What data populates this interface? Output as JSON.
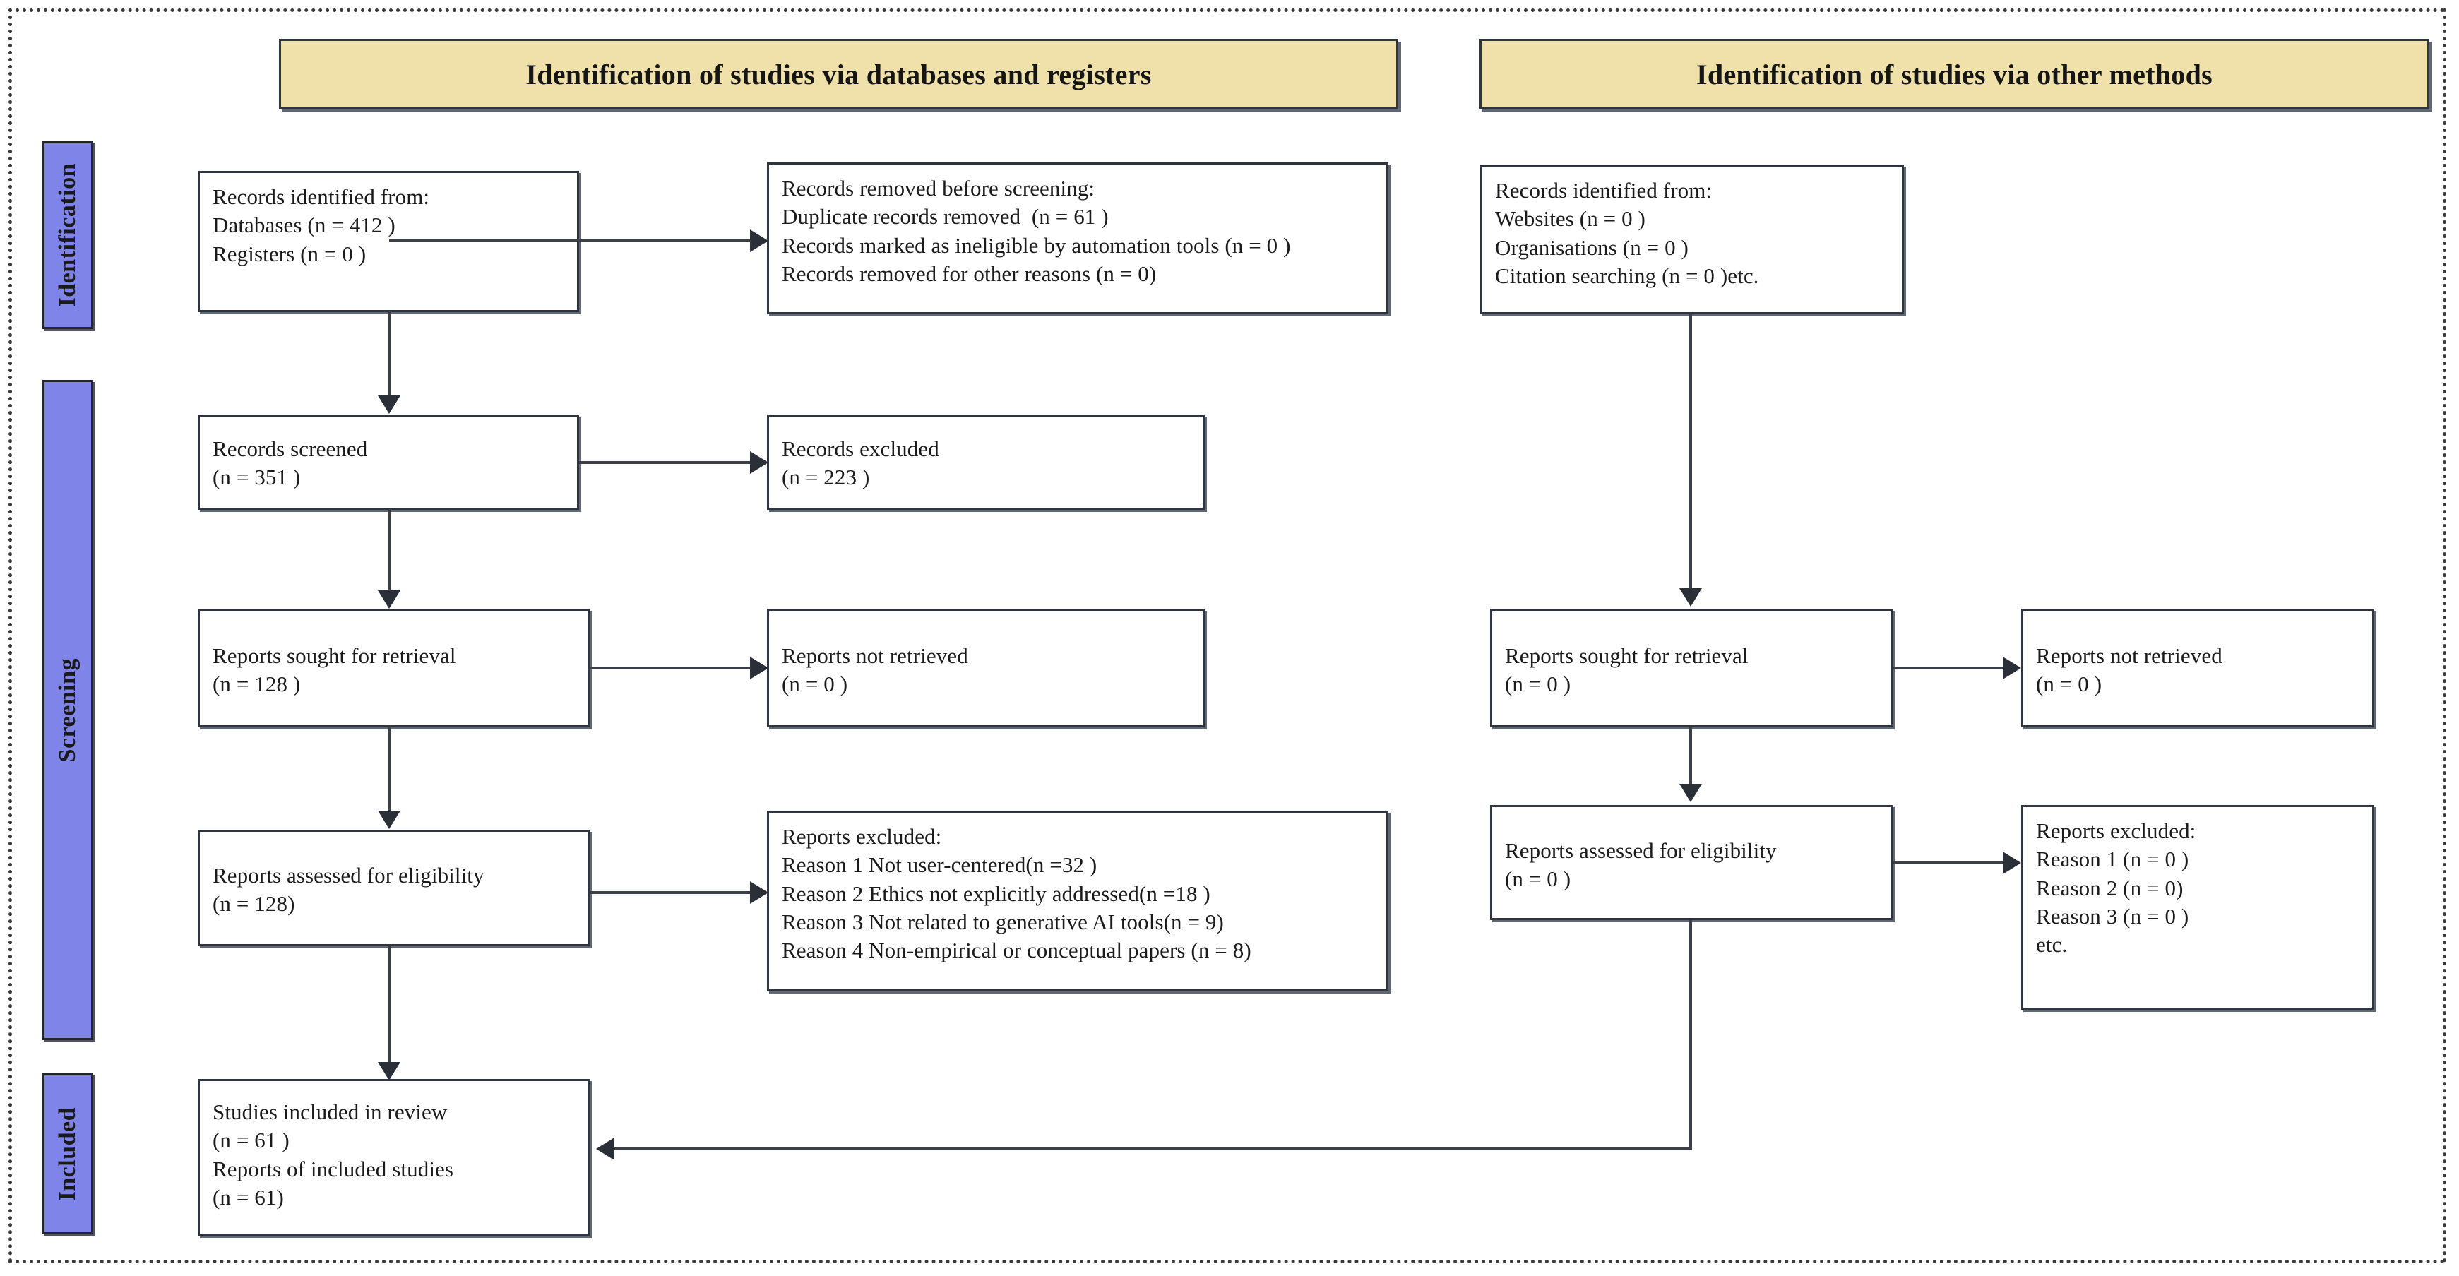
{
  "colors": {
    "header_fill": "#efe1a9",
    "stage_fill": "#7f84e8",
    "box_border": "#2f3540",
    "connector": "#3a3f48",
    "text": "#1b1b1b"
  },
  "headers": {
    "databases": "Identification of studies via databases and registers",
    "other_methods": "Identification of studies via other methods"
  },
  "stages": [
    {
      "label": "Identification"
    },
    {
      "label": "Screening"
    },
    {
      "label": "Included"
    }
  ],
  "left_column": {
    "records_identified": {
      "l1": "Records identified from:",
      "l2": "Databases (n = 412 )",
      "l3": "Registers (n = 0 )"
    },
    "records_removed": {
      "l1": "Records removed before screening:",
      "l2": "Duplicate records removed  (n = 61 )",
      "l3": "Records marked as ineligible by automation tools (n = 0 )",
      "l4": "Records removed for other reasons (n = 0)"
    },
    "records_screened": {
      "l1": "Records screened",
      "l2": "(n = 351 )"
    },
    "records_excluded": {
      "l1": "Records excluded",
      "l2": "(n = 223 )"
    },
    "reports_sought": {
      "l1": "Reports sought for retrieval",
      "l2": "(n = 128 )"
    },
    "reports_not_retrieved": {
      "l1": "Reports not retrieved",
      "l2": "(n = 0 )"
    },
    "reports_assessed": {
      "l1": "Reports assessed for eligibility",
      "l2": "(n = 128)"
    },
    "reports_excluded": {
      "l1": "Reports excluded:",
      "l2": "Reason 1 Not user-centered(n =32 )",
      "l3": "Reason 2 Ethics not explicitly addressed(n =18 )",
      "l4": "Reason 3 Not related to generative AI tools(n = 9)",
      "l5": "Reason 4 Non-empirical or conceptual papers (n = 8)"
    },
    "studies_included": {
      "l1": "Studies included in review",
      "l2": "(n = 61 )",
      "l3": "Reports of included studies",
      "l4": "(n = 61)"
    }
  },
  "right_column": {
    "records_identified": {
      "l1": "Records identified from:",
      "l2": "Websites (n = 0 )",
      "l3": "Organisations (n = 0 )",
      "l4": "Citation searching (n = 0 )etc."
    },
    "reports_sought": {
      "l1": "Reports sought for retrieval",
      "l2": "(n = 0 )"
    },
    "reports_not_retrieved": {
      "l1": "Reports not retrieved",
      "l2": "(n = 0 )"
    },
    "reports_assessed": {
      "l1": "Reports assessed for eligibility",
      "l2": "(n = 0 )"
    },
    "reports_excluded": {
      "l1": "Reports excluded:",
      "l2": "Reason 1 (n = 0 )",
      "l3": "Reason 2 (n = 0)",
      "l4": "Reason 3 (n = 0 )",
      "l5": "etc."
    }
  }
}
